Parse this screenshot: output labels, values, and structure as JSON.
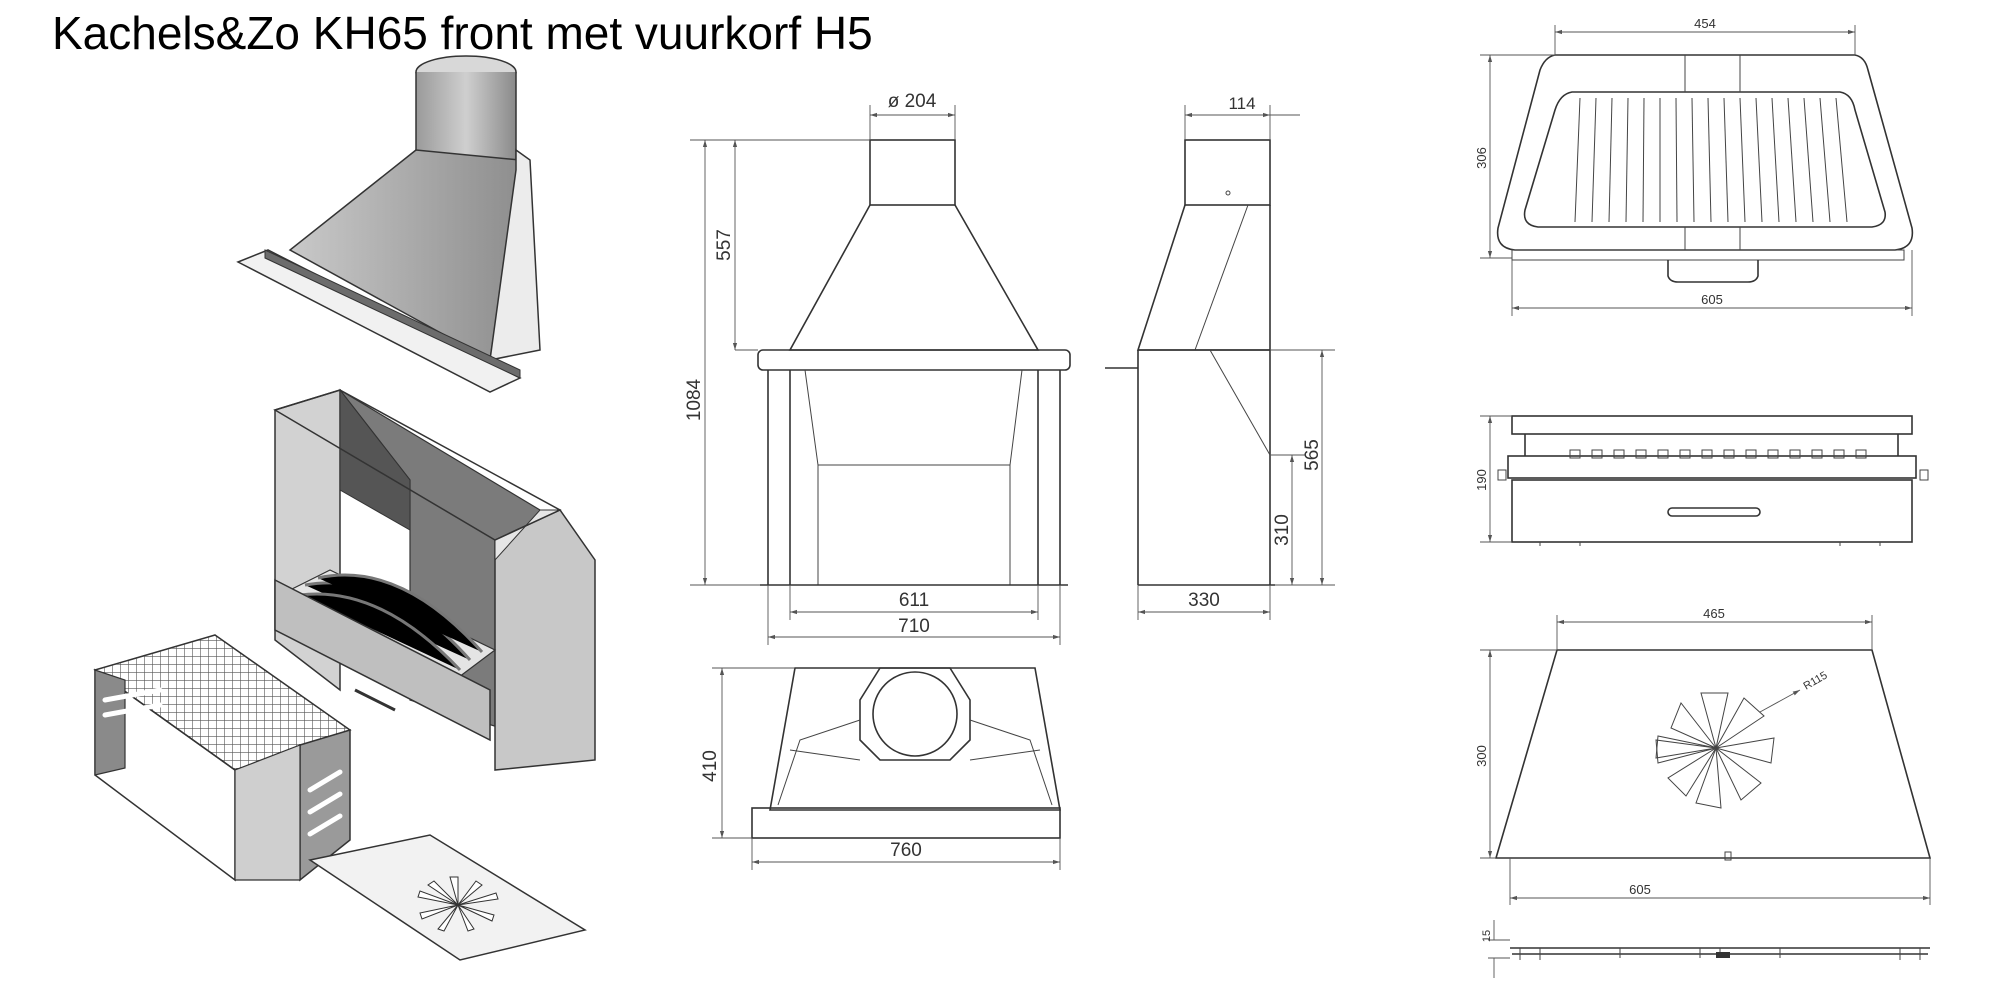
{
  "title": "Kachels&Zo KH65 front met vuurkorf H5",
  "dimensions": {
    "front": {
      "diameter": "ø 204",
      "height_total": "1084",
      "hood_height": "557",
      "inner_width": "611",
      "outer_width": "710"
    },
    "side": {
      "flue_width": "114",
      "depth": "330",
      "lower_height": "565",
      "opening_height": "310"
    },
    "top": {
      "width": "760",
      "depth": "410"
    },
    "grill_top": {
      "top_width": "454",
      "bottom_width": "605",
      "depth": "306"
    },
    "grill_front": {
      "height": "190"
    },
    "plate_top": {
      "top_width": "465",
      "bottom_width": "605",
      "depth": "300",
      "radius": "R115"
    },
    "plate_side": {
      "thickness": "15"
    }
  }
}
